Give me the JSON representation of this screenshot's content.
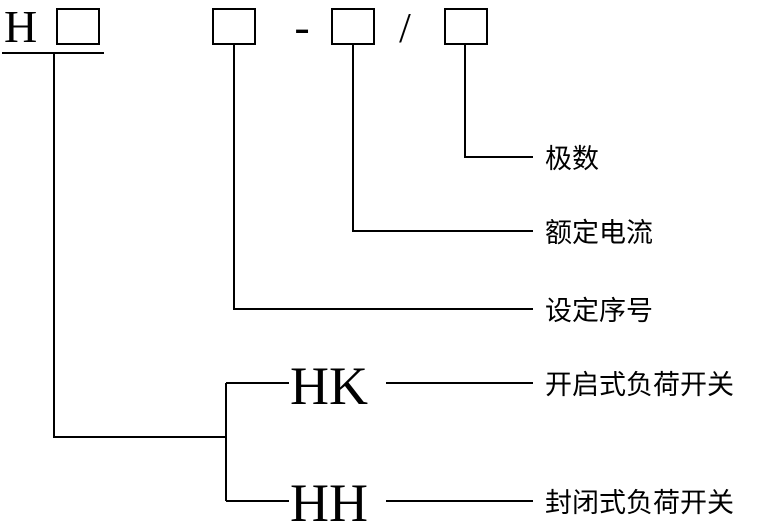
{
  "code": {
    "prefix": "H",
    "dash": "-",
    "slash": "/"
  },
  "labels": {
    "poles": "极数",
    "rated_current": "额定电流",
    "design_number": "设定序号"
  },
  "types": [
    {
      "code": "HK",
      "name": "开启式负荷开关"
    },
    {
      "code": "HH",
      "name": "封闭式负荷开关"
    }
  ]
}
